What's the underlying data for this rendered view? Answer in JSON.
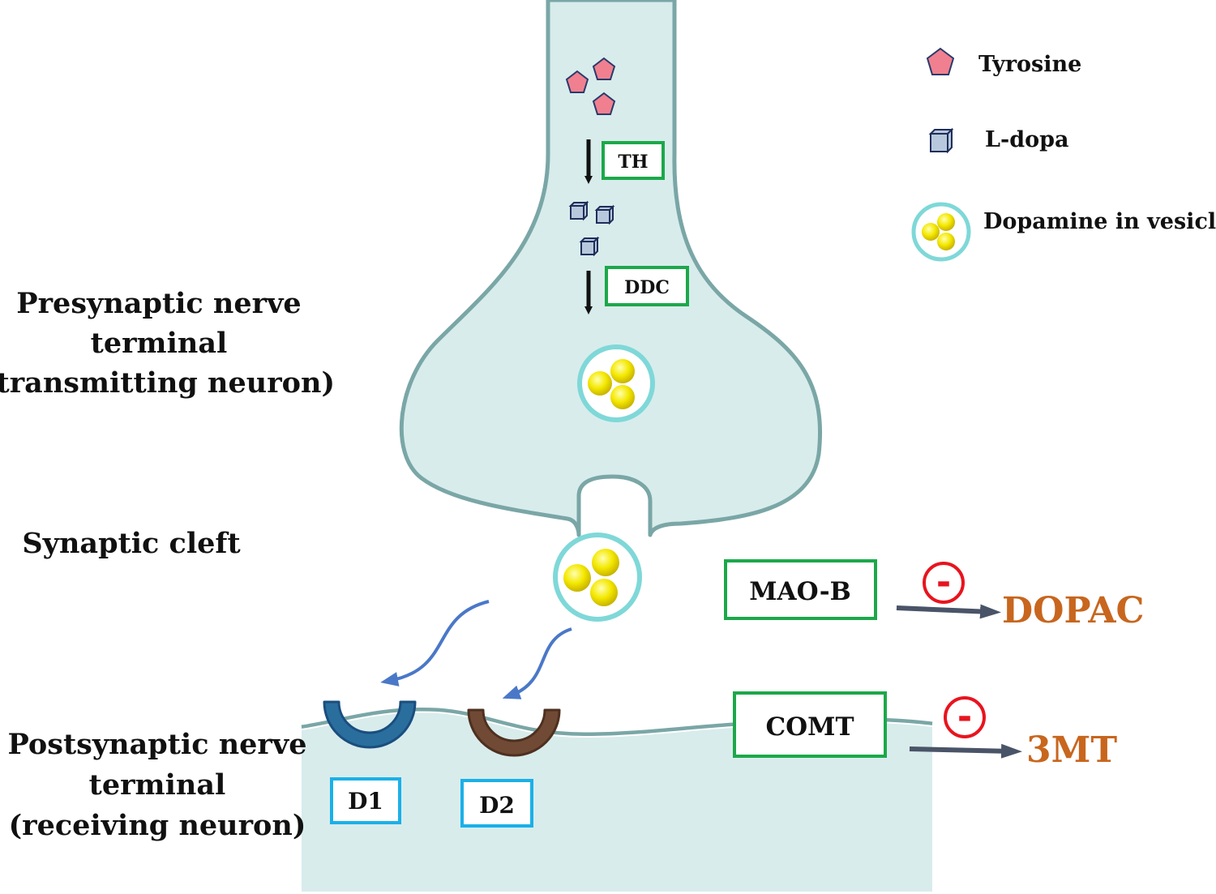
{
  "labels": {
    "presynaptic": [
      "Presynaptic nerve",
      "terminal",
      "(transmitting neuron)"
    ],
    "synaptic_cleft": "Synaptic cleft",
    "postsynaptic": [
      "Postsynaptic nerve",
      "terminal",
      "(receiving neuron)"
    ]
  },
  "legend": {
    "tyrosine": "Tyrosine",
    "ldopa": "L-dopa",
    "dopamine": "Dopamine in vesicle"
  },
  "enzymes": {
    "th": "TH",
    "ddc": "DDC",
    "maob": "MAO-B",
    "comt": "COMT"
  },
  "receptors": {
    "d1": "D1",
    "d2": "D2"
  },
  "products": {
    "dopac": "DOPAC",
    "mt3": "3MT"
  },
  "inhibitor_symbol": "-",
  "colors": {
    "neuron_fill": "#d8ecec",
    "neuron_stroke": "#7aa6a6",
    "enzyme_box": "#1ca84a",
    "receptor_box": "#1ab0e8",
    "product_text": "#c8661e",
    "inhibit": "#e8141e",
    "tyrosine": "#f08090",
    "ldopa": "#b8c8dc",
    "vesicle_ring": "#7fd8d8",
    "dopamine": "#f2e600",
    "d1": "#2a6e9e",
    "d2": "#704a34",
    "curve_arrow": "#4a78c8",
    "product_arrow": "#4a5468"
  }
}
